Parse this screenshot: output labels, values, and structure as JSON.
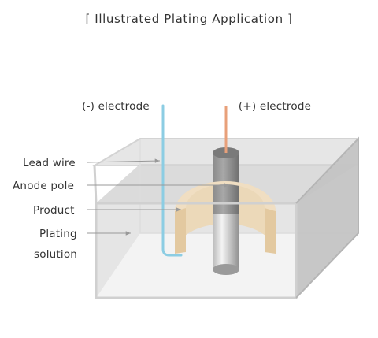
{
  "title": "[ Illustrated Plating Application ]",
  "labels": {
    "negative_electrode": "(-) electrode",
    "positive_electrode": "(+) electrode",
    "lead_wire": "Lead wire",
    "anode_pole": "Anode pole",
    "product": "Product",
    "plating_solution_line1": "Plating",
    "plating_solution_line2": "solution"
  },
  "colors": {
    "negative_wire": "#8ccde3",
    "positive_wire": "#e8a07a",
    "product": "#e6cfa9",
    "solution": "#d9d9d9",
    "tank_edge": "#c8c8c8",
    "leader_line": "#999999",
    "text": "#333333"
  }
}
